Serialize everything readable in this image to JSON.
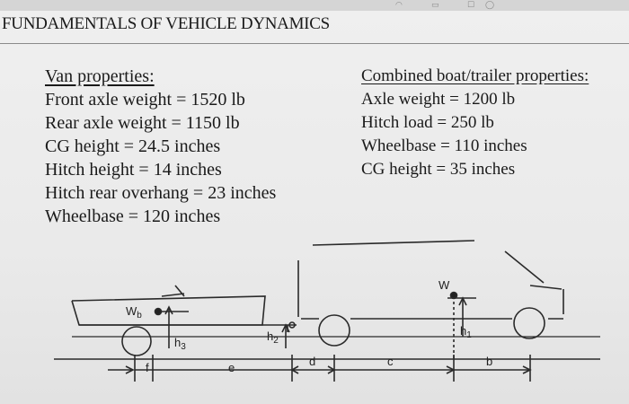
{
  "title": "FUNDAMENTALS OF VEHICLE DYNAMICS",
  "van": {
    "header": "Van properties:",
    "lines": [
      "Front axle weight = 1520 lb",
      "Rear axle weight = 1150 lb",
      "CG height = 24.5 inches",
      "Hitch height = 14 inches",
      "Hitch rear overhang = 23 inches",
      "Wheelbase = 120 inches"
    ]
  },
  "combined": {
    "header": "Combined boat/trailer properties:",
    "lines": [
      "Axle weight = 1200 lb",
      "Hitch load = 250 lb",
      "Wheelbase = 110 inches",
      "CG height = 35 inches"
    ]
  },
  "diagram": {
    "labels": {
      "wb": "W",
      "wb_sub": "b",
      "w": "W",
      "h3": "h",
      "h3_sub": "3",
      "h2": "h",
      "h2_sub": "2",
      "h1": "h",
      "h1_sub": "1",
      "f": "f",
      "e": "e",
      "d": "d",
      "c": "c",
      "b": "b"
    }
  }
}
